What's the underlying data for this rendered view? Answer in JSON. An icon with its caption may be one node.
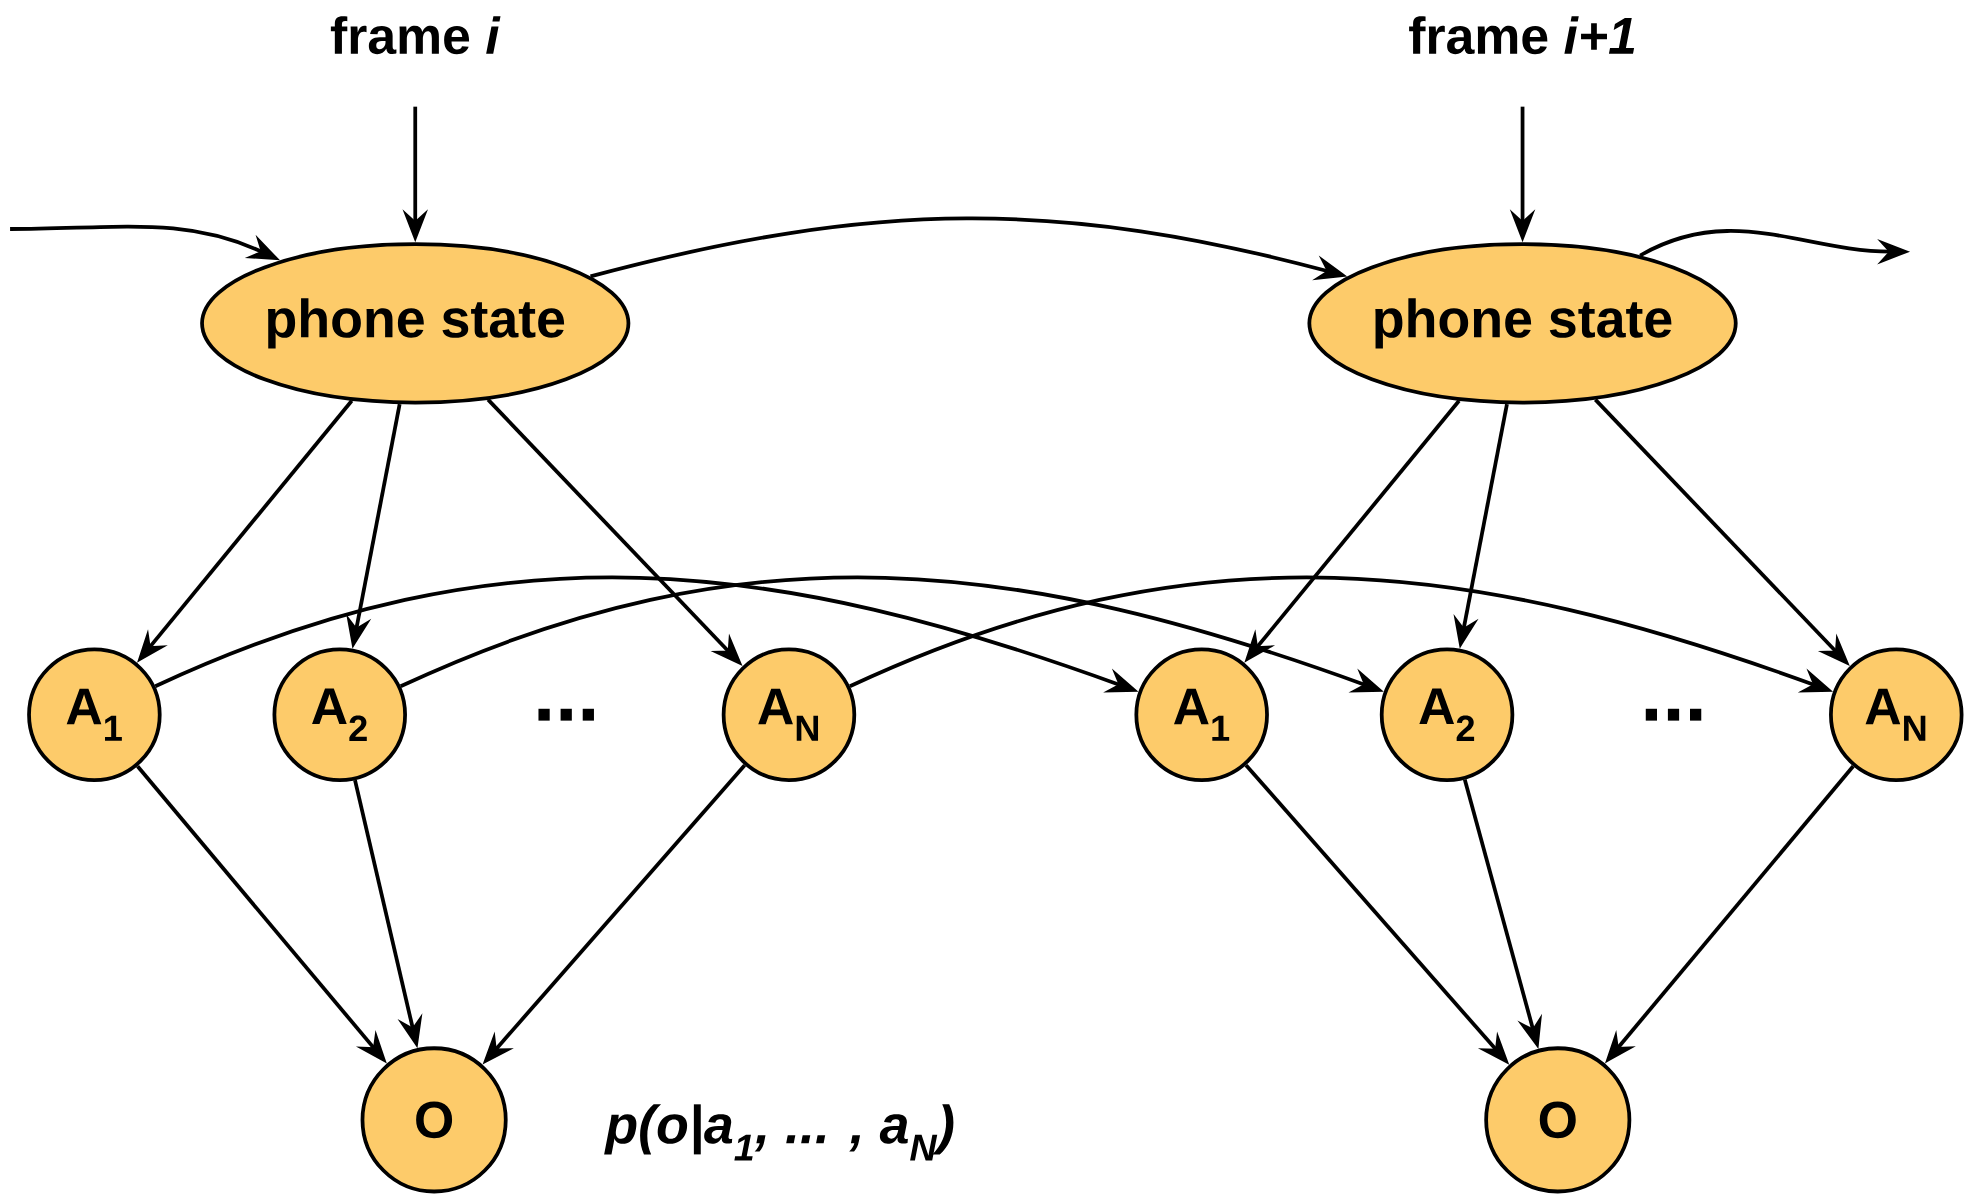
{
  "diagram": {
    "nodes": [
      {
        "text": [
          "frame *i*"
        ]
      },
      {
        "text": [
          "frame *i+1*"
        ]
      },
      {
        "text": [
          "phone state"
        ]
      },
      {
        "text": [
          "phone state"
        ]
      },
      {
        "text": [
          "A$_{1}$"
        ]
      },
      {
        "text": [
          "A$_{2}$"
        ]
      },
      {
        "text": [
          "A$_{N}$"
        ]
      },
      {
        "text": [
          "A$_{1}$"
        ]
      },
      {
        "text": [
          "A$_{2}$"
        ]
      },
      {
        "text": [
          "A$_{N}$"
        ]
      },
      {
        "text": [
          "O"
        ]
      },
      {
        "text": [
          "O"
        ]
      }
    ],
    "edges": [
      {
        "from": null,
        "to": 2,
        "arrow": "to"
      },
      {
        "from": 2,
        "to": 3,
        "arrow": "to"
      },
      {
        "from": 3,
        "to": null,
        "arrow": "to"
      },
      {
        "from": 0,
        "to": 2,
        "arrow": "to"
      },
      {
        "from": 1,
        "to": 3,
        "arrow": "to"
      },
      {
        "from": 2,
        "to": 4,
        "arrow": "to"
      },
      {
        "from": 2,
        "to": 5,
        "arrow": "to"
      },
      {
        "from": 2,
        "to": 6,
        "arrow": "to"
      },
      {
        "from": 3,
        "to": 7,
        "arrow": "to"
      },
      {
        "from": 3,
        "to": 8,
        "arrow": "to"
      },
      {
        "from": 3,
        "to": 9,
        "arrow": "to"
      },
      {
        "from": 4,
        "to": 7,
        "arrow": "to"
      },
      {
        "from": 5,
        "to": 8,
        "arrow": "to"
      },
      {
        "from": 6,
        "to": 9,
        "arrow": "to"
      },
      {
        "from": 4,
        "to": 10,
        "arrow": "to"
      },
      {
        "from": 5,
        "to": 10,
        "arrow": "to"
      },
      {
        "from": 6,
        "to": 10,
        "arrow": "to"
      },
      {
        "from": 7,
        "to": 11,
        "arrow": "to"
      },
      {
        "from": 8,
        "to": 11,
        "arrow": "to"
      },
      {
        "from": 9,
        "to": 11,
        "arrow": "to"
      }
    ],
    "labels": [
      "...",
      "...",
      "p(o|a$_{1}$, ... , a$_{N}$)"
    ]
  }
}
